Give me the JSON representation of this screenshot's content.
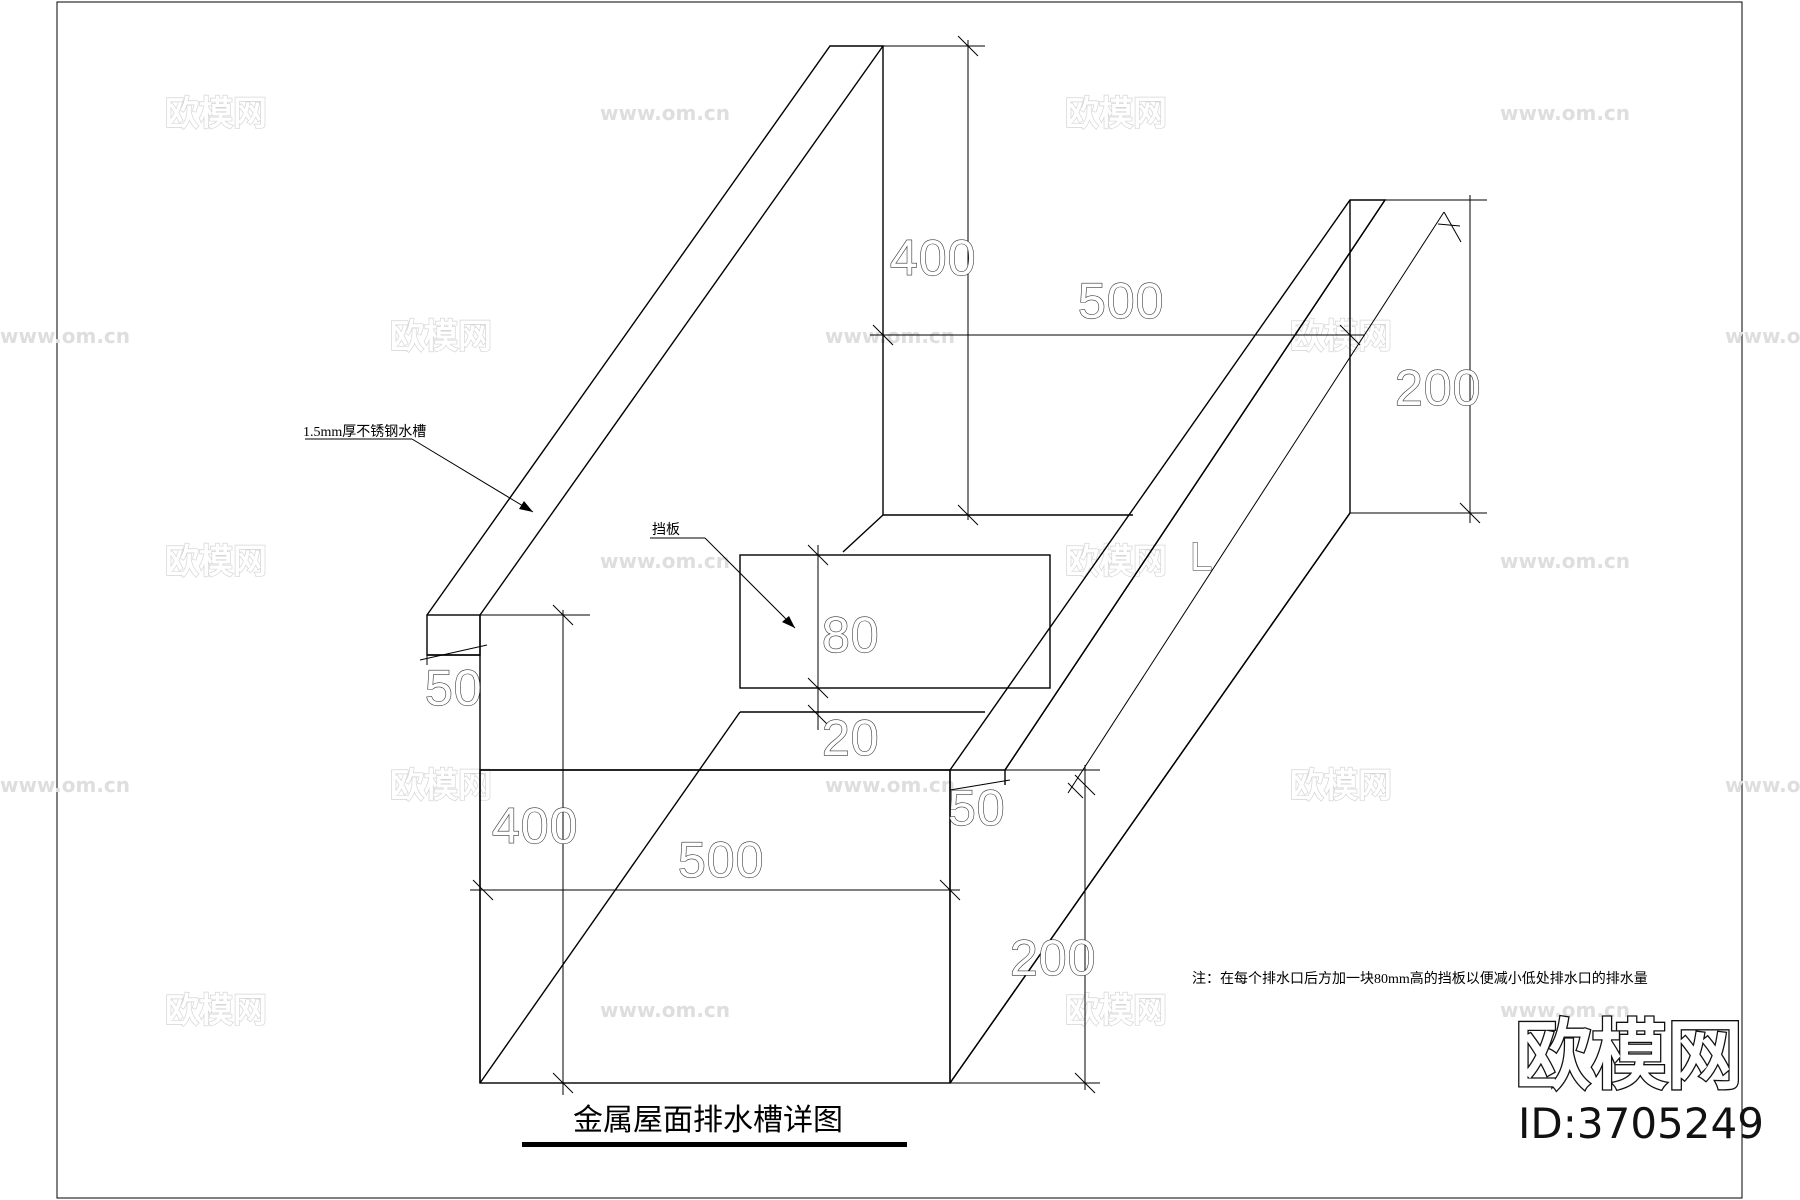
{
  "drawing": {
    "title": "金属屋面排水槽详图",
    "material_label": "1.5mm厚不锈钢水槽",
    "baffle_label": "挡板",
    "note": "注：在每个排水口后方加一块80mm高的挡板以便减小低处排水口的排水量",
    "section_mark": "L"
  },
  "dimensions": {
    "upper_height": "400",
    "upper_width": "500",
    "right_depth": "200",
    "left_lip": "50",
    "baffle_height": "80",
    "baffle_gap": "20",
    "right_lip": "50",
    "lower_height": "400",
    "lower_width": "500",
    "lower_depth": "200"
  },
  "watermark": {
    "brand": "欧模网",
    "url": "www.om.cn",
    "id_text": "ID:3705249"
  }
}
